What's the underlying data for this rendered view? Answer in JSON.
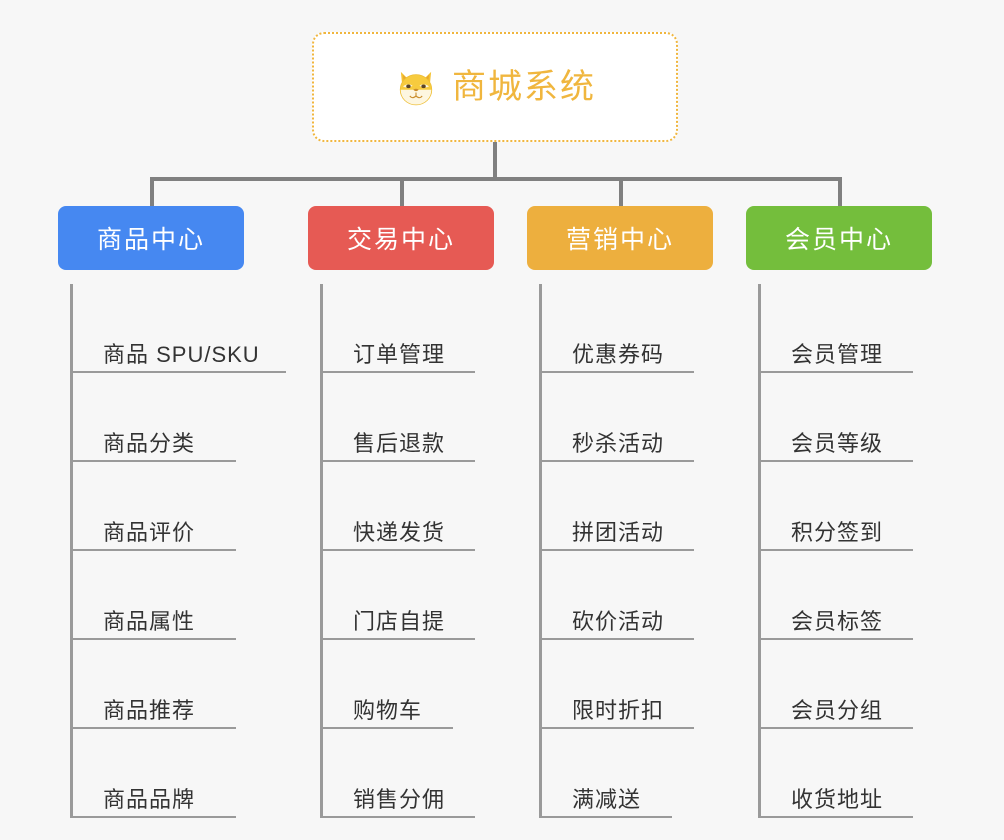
{
  "page": {
    "background_color": "#f7f7f7",
    "diagram_type": "org-tree"
  },
  "root": {
    "title": "商城系统",
    "icon": "shiba-dog-icon",
    "border_color": "#f0b63e",
    "text_color": "#f0b63e",
    "background_color": "#ffffff"
  },
  "connector": {
    "color": "#808080"
  },
  "columns": [
    {
      "id": "product-center",
      "title": "商品中心",
      "color": "#4688f1",
      "items": [
        {
          "label": "商品 SPU/SKU"
        },
        {
          "label": "商品分类"
        },
        {
          "label": "商品评价"
        },
        {
          "label": "商品属性"
        },
        {
          "label": "商品推荐"
        },
        {
          "label": "商品品牌"
        }
      ]
    },
    {
      "id": "trade-center",
      "title": "交易中心",
      "color": "#e65a54",
      "items": [
        {
          "label": "订单管理"
        },
        {
          "label": "售后退款"
        },
        {
          "label": "快递发货"
        },
        {
          "label": "门店自提"
        },
        {
          "label": "购物车"
        },
        {
          "label": "销售分佣"
        }
      ]
    },
    {
      "id": "marketing-center",
      "title": "营销中心",
      "color": "#edaf3e",
      "items": [
        {
          "label": "优惠券码"
        },
        {
          "label": "秒杀活动"
        },
        {
          "label": "拼团活动"
        },
        {
          "label": "砍价活动"
        },
        {
          "label": "限时折扣"
        },
        {
          "label": "满减送"
        }
      ]
    },
    {
      "id": "member-center",
      "title": "会员中心",
      "color": "#74be3c",
      "items": [
        {
          "label": "会员管理"
        },
        {
          "label": "会员等级"
        },
        {
          "label": "积分签到"
        },
        {
          "label": "会员标签"
        },
        {
          "label": "会员分组"
        },
        {
          "label": "收货地址"
        }
      ]
    }
  ]
}
